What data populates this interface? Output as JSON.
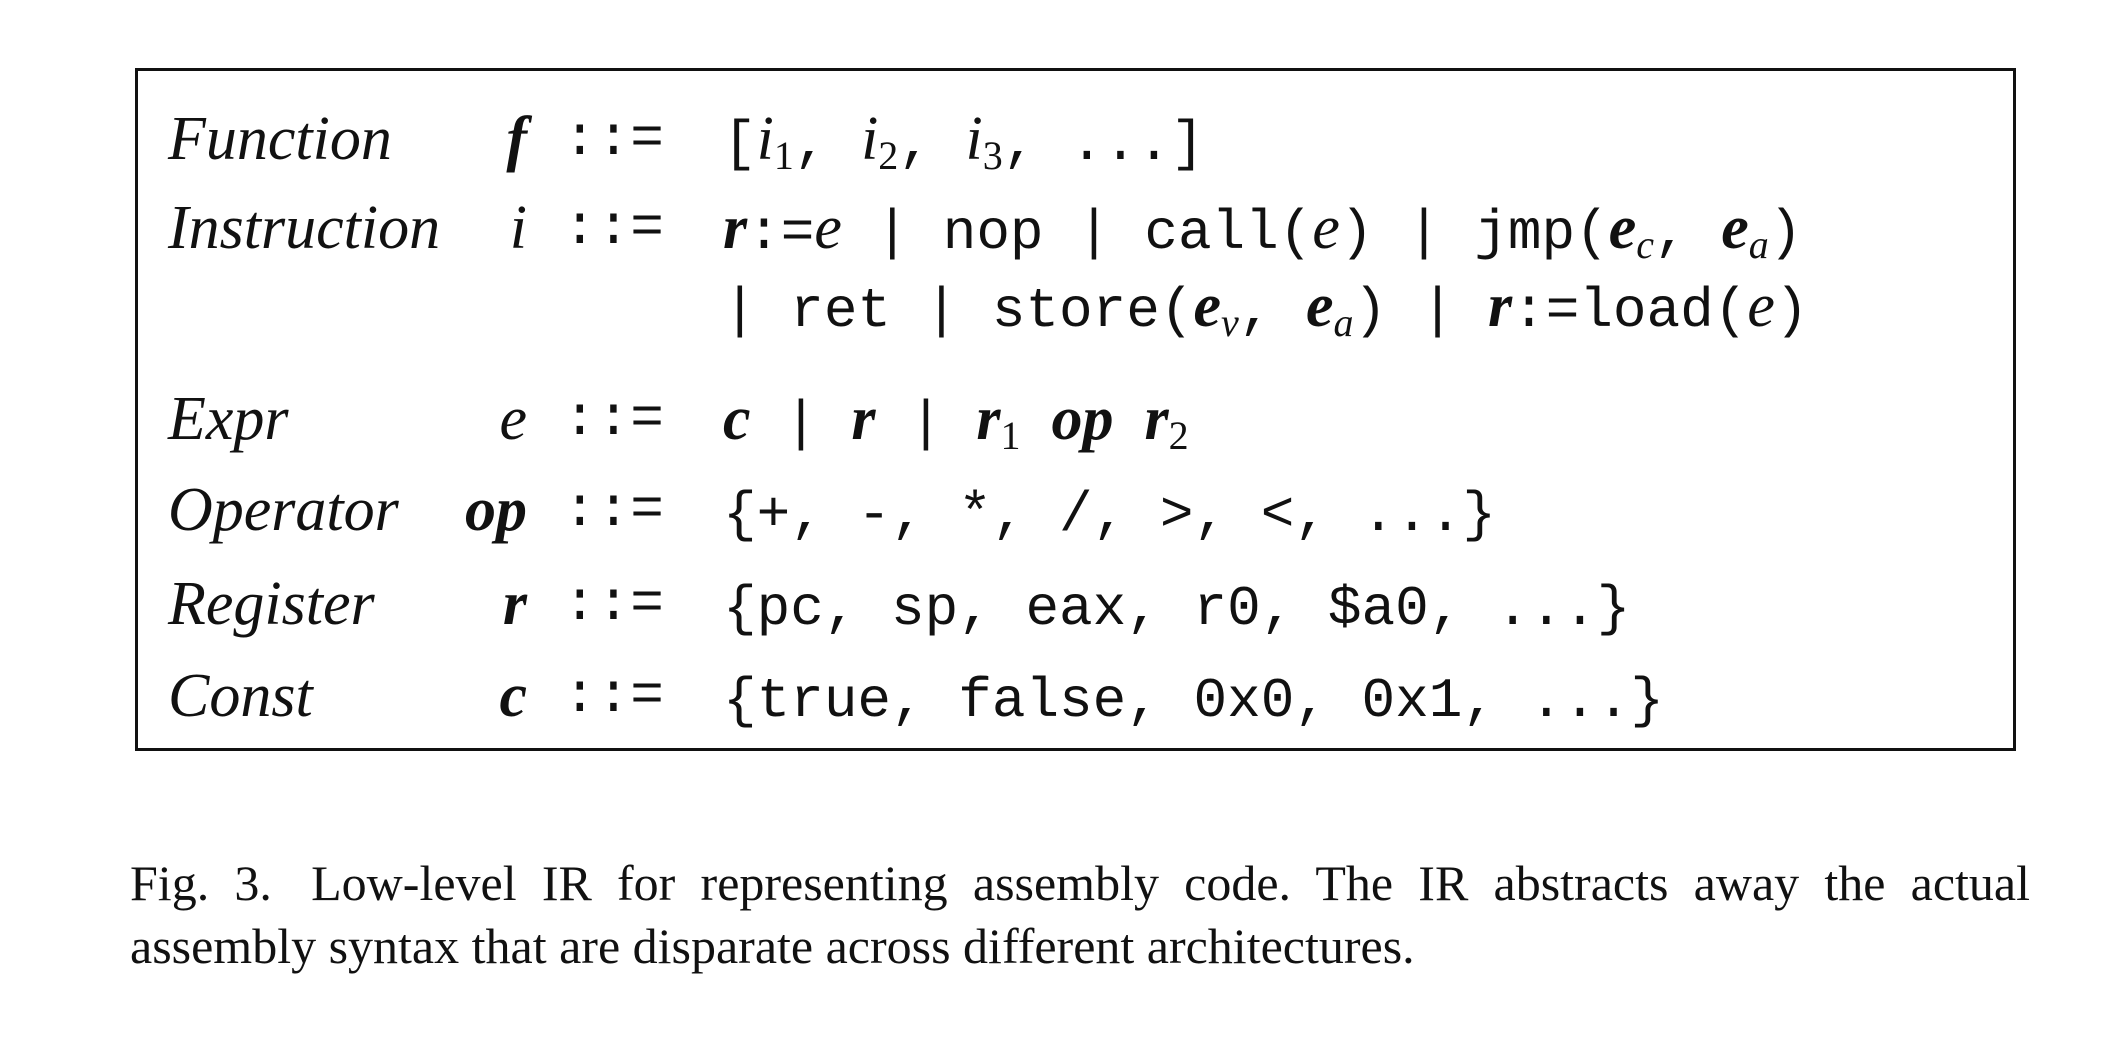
{
  "grammar": {
    "rules": [
      {
        "category": "Function",
        "lhs": "f",
        "defop": "::=",
        "rhs": [
          "[",
          "i",
          "1",
          ", ",
          "i",
          "2",
          ", ",
          "i",
          "3",
          ", ...]"
        ]
      },
      {
        "category": "Instruction",
        "lhs": "i",
        "defop": "::=",
        "rhs": [
          "r",
          ":=",
          "e",
          " | nop | call(",
          "e",
          ") | jmp(",
          "e",
          "c",
          ", ",
          "e",
          "a",
          ")"
        ]
      },
      {
        "category": "",
        "lhs": "",
        "defop": "",
        "rhs": [
          "| ret | store(",
          "e",
          "v",
          ", ",
          "e",
          "a",
          ") | ",
          "r",
          ":=load(",
          "e",
          ")"
        ]
      },
      {
        "category": "Expr",
        "lhs": "e",
        "defop": "::=",
        "rhs": [
          "c",
          " | ",
          "r",
          " | ",
          "r",
          "1",
          "op",
          "r",
          "2"
        ]
      },
      {
        "category": "Operator",
        "lhs": "op",
        "defop": "::=",
        "rhs": [
          "{+, -, *, /, >, <, ...}"
        ]
      },
      {
        "category": "Register",
        "lhs": "r",
        "defop": "::=",
        "rhs": [
          "{pc, sp, eax, r0, $a0, ...}"
        ]
      },
      {
        "category": "Const",
        "lhs": "c",
        "defop": "::=",
        "rhs": [
          "{true, false, 0x0, 0x1, ...}"
        ]
      }
    ]
  },
  "caption": {
    "label": "Fig. 3.",
    "text": "Low-level IR for representing assembly code. The IR abstracts away the actual assembly syntax that are disparate across different architectures."
  }
}
